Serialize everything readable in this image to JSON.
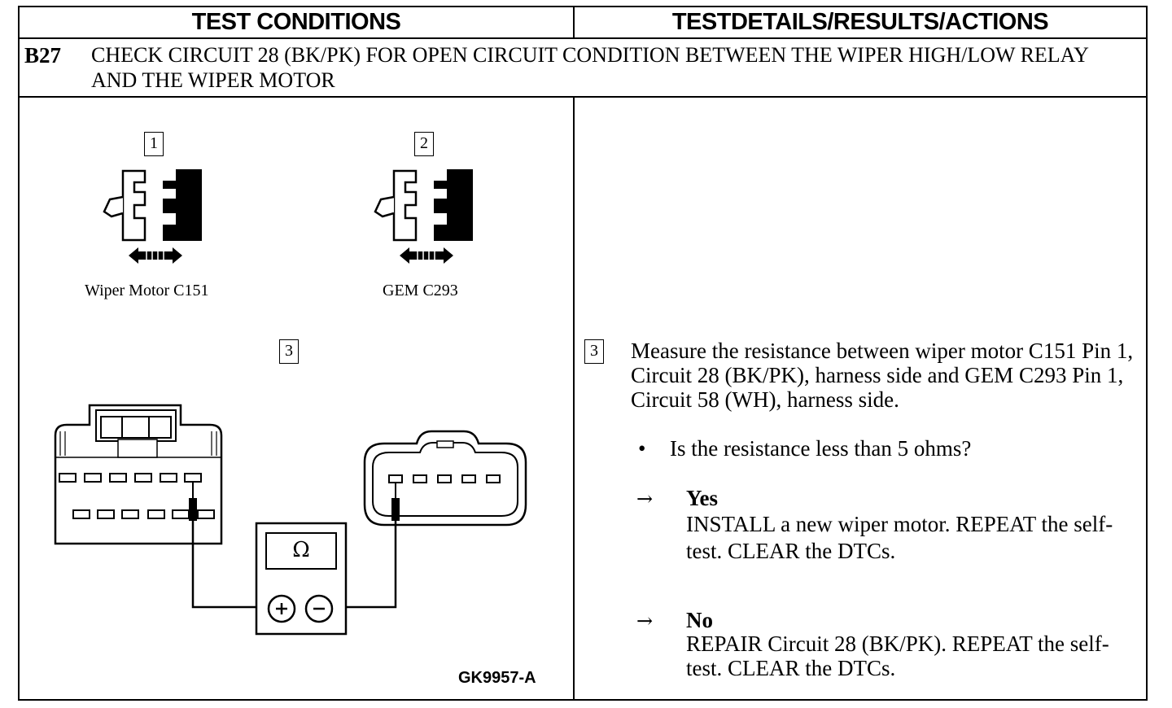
{
  "header": {
    "left": "TEST CONDITIONS",
    "right": "TESTDETAILS/RESULTS/ACTIONS"
  },
  "step": {
    "id": "B27",
    "title": "CHECK CIRCUIT 28 (BK/PK) FOR OPEN CIRCUIT CONDITION BETWEEN THE WIPER HIGH/LOW RELAY AND THE WIPER MOTOR"
  },
  "diagram": {
    "callout_1": "1",
    "callout_2": "2",
    "callout_3": "3",
    "connector_1_label": "Wiper Motor C151",
    "connector_2_label": "GEM C293",
    "meter_symbol": "Ω",
    "figure_code": "GK9957-A"
  },
  "details": {
    "callout": "3",
    "instruction": "Measure the resistance between wiper motor C151 Pin 1, Circuit 28 (BK/PK), harness side and GEM C293 Pin 1, Circuit 58 (WH), harness side.",
    "question_bullet": "•",
    "question": "Is the resistance less than 5 ohms?",
    "yes_arrow": "→",
    "yes_label": "Yes",
    "yes_action": "INSTALL a new wiper motor. REPEAT the self-test. CLEAR the DTCs.",
    "no_arrow": "→",
    "no_label": "No",
    "no_action": "REPAIR Circuit 28 (BK/PK). REPEAT the self-test. CLEAR the DTCs."
  }
}
